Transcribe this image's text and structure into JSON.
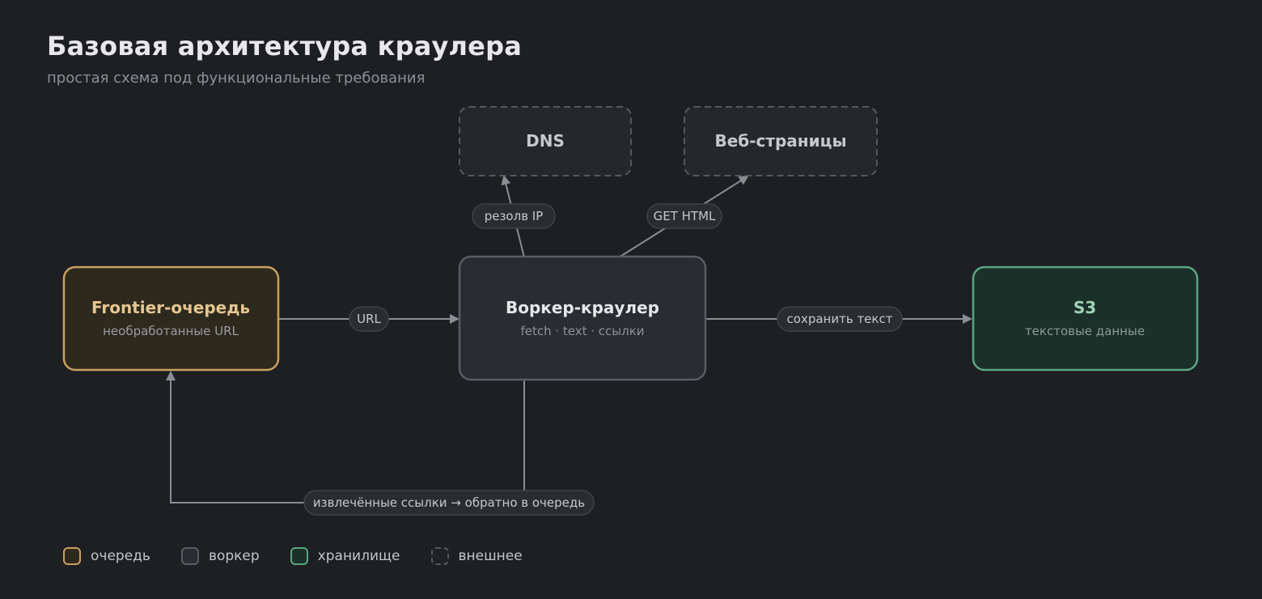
{
  "header": {
    "title": "Базовая архитектура краулера",
    "subtitle": "простая схема под функциональные требования"
  },
  "nodes": {
    "frontier": {
      "title": "Frontier-очередь",
      "subtitle": "необработанные URL"
    },
    "worker": {
      "title": "Воркер-краулер",
      "subtitle": "fetch · text · ссылки"
    },
    "s3": {
      "title": "S3",
      "subtitle": "текстовые данные"
    },
    "dns": {
      "title": "DNS"
    },
    "webpages": {
      "title": "Веб-страницы"
    }
  },
  "edges": {
    "url": "URL",
    "resolve_ip": "резолв IP",
    "get_html": "GET HTML",
    "save_text": "сохранить текст",
    "extracted_links": "извлечённые ссылки → обратно в очередь"
  },
  "legend": {
    "queue": "очередь",
    "worker": "воркер",
    "storage": "хранилище",
    "external": "внешнее"
  },
  "colors": {
    "queue_accent": "#c9a15f",
    "worker_accent": "#5a5d64",
    "storage_accent": "#5aa583",
    "external_accent": "#55585e",
    "edge": "#8a8d93"
  }
}
